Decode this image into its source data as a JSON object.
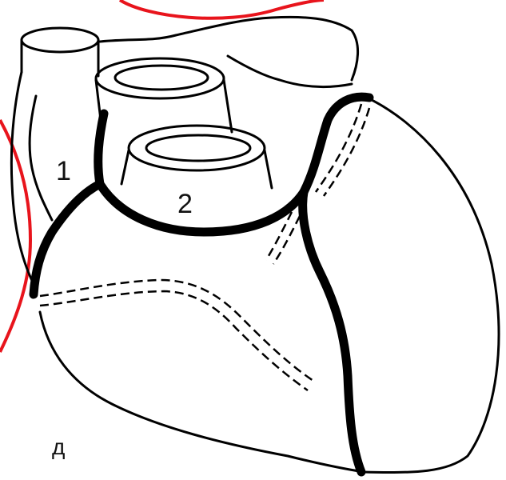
{
  "figure": {
    "labels": {
      "vessel_1": "1",
      "vessel_2": "2",
      "panel_letter": "д"
    }
  },
  "colors": {
    "ink": "#000000",
    "annotation_circle": "#e8141c",
    "background": "#ffffff"
  }
}
